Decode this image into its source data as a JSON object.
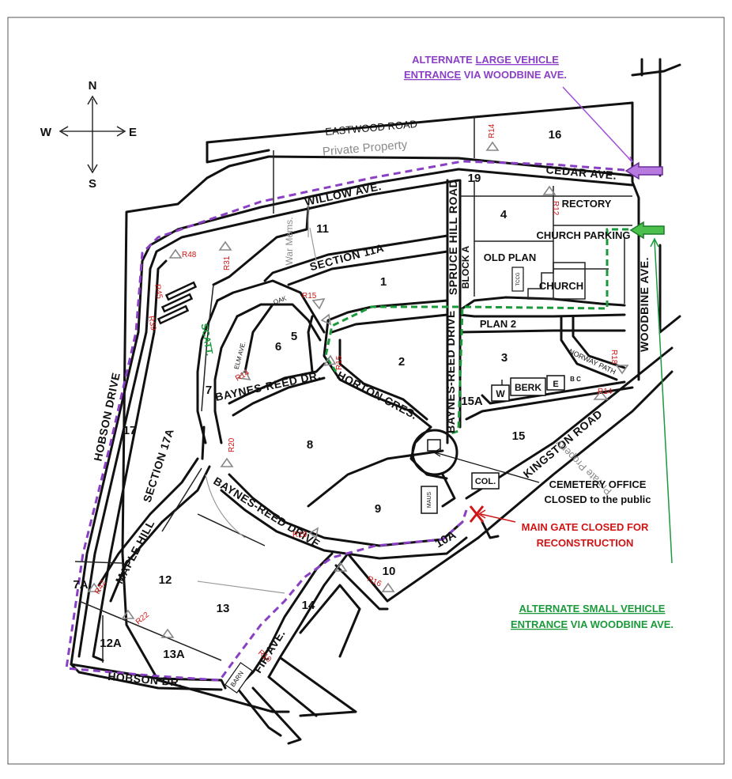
{
  "compass": {
    "n": "N",
    "s": "S",
    "e": "E",
    "w": "W"
  },
  "roads": {
    "eastwood": "EASTWOOD ROAD",
    "cedar": "CEDAR AVE.",
    "willow": "WILLOW AVE.",
    "spruce": "SPRUCE HILL ROAD",
    "woodbine": "WOODBINE AVE.",
    "hobson_drive": "HOBSON DRIVE",
    "hobson_dr": "HOBSON DR.",
    "baynes_reed_dr": "BAYNES-REED DR.",
    "baynes_reed_drive_east": "BAYNES-REED DRIVE",
    "baynes_reed_drive_south": "BAYNES-REED DRIVE",
    "horton": "HORTON CRES.",
    "kingston": "KINGSTON ROAD",
    "maple": "MAPLE HILL",
    "fir": "FIR AVE.",
    "section_11a": "SECTION 11A",
    "section_17a": "SECTION 17A",
    "norway_path": "NORWAY PATH",
    "elm": "ELM AVE.",
    "oak": "OAK"
  },
  "areas": {
    "private_top": "Private Property",
    "private_bottom": "Private Property",
    "war_mems": "War Mems.",
    "scatt": "SCATT.",
    "rectory": "RECTORY",
    "church_parking": "CHURCH PARKING",
    "old_plan": "OLD PLAN",
    "church": "CHURCH",
    "block_a": "BLOCK A",
    "plan_2": "PLAN 2",
    "col": "COL.",
    "maus": "MAUS",
    "barn": "BARN",
    "tccg": "TCCG",
    "berk_w": "W",
    "berk": "BERK",
    "berk_e": "E",
    "berk_bc": "B C"
  },
  "sections": [
    "1",
    "2",
    "3",
    "4",
    "5",
    "6",
    "7",
    "7A",
    "8",
    "9",
    "10",
    "10A",
    "11",
    "12",
    "12A",
    "13",
    "13A",
    "14",
    "15",
    "15A",
    "16",
    "17",
    "19"
  ],
  "route_codes": [
    "R14",
    "R12",
    "R48",
    "R31",
    "R15",
    "R45",
    "R39",
    "R14",
    "R15",
    "R20",
    "R18",
    "R14",
    "R19",
    "R42",
    "R22",
    "R16",
    "R10"
  ],
  "notices": {
    "large_vehicle": {
      "line1_pre": "ALTERNATE ",
      "line1_u": "LARGE VEHICLE",
      "line2_u": "ENTRANCE",
      "line2_post": " VIA WOODBINE AVE."
    },
    "small_vehicle": {
      "line1_u": "ALTERNATE SMALL VEHICLE",
      "line2_u": "ENTRANCE",
      "line2_post": " VIA WOODBINE AVE."
    },
    "office": {
      "line1": "CEMETERY OFFICE",
      "line2": "CLOSED to the public"
    },
    "main_gate": {
      "line1": "MAIN GATE CLOSED FOR",
      "line2": "RECONSTRUCTION"
    }
  },
  "colors": {
    "large_vehicle_route": "#8a3fc4",
    "small_vehicle_route": "#1a9a3a",
    "closed": "#d01515"
  }
}
